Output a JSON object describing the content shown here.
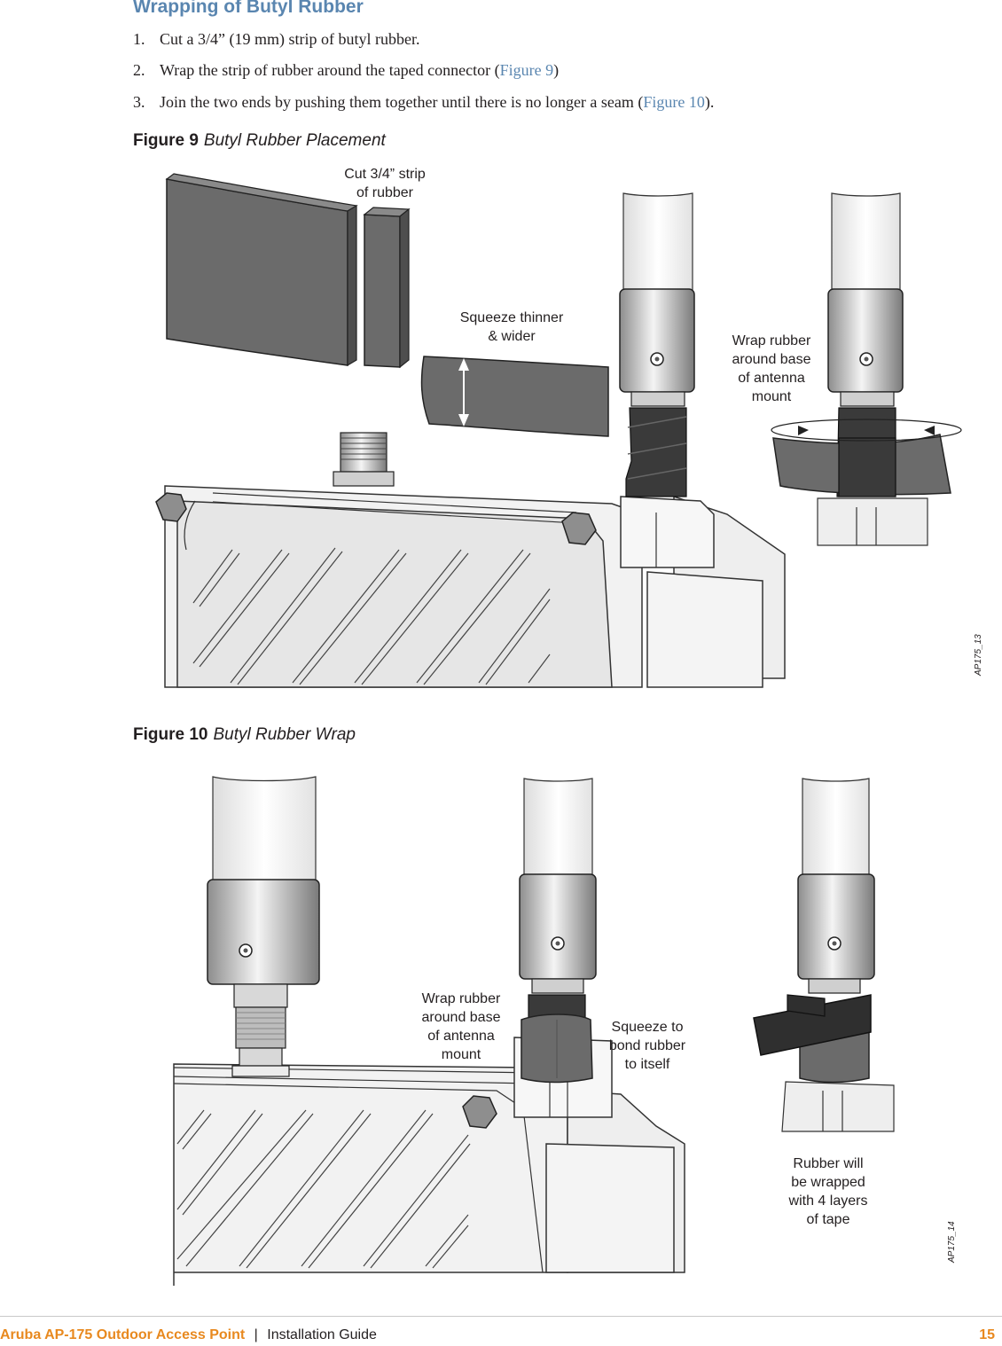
{
  "section": {
    "title": "Wrapping of Butyl Rubber"
  },
  "steps": [
    {
      "num": "1.",
      "text": "Cut a 3/4” (19 mm) strip of butyl rubber.",
      "link": "",
      "after": ""
    },
    {
      "num": "2.",
      "text": "Wrap the strip of rubber around the taped connector (",
      "link": "Figure 9",
      "after": ")"
    },
    {
      "num": "3.",
      "text": "Join the two ends by pushing them together until there is no longer a seam (",
      "link": "Figure 10",
      "after": ")."
    }
  ],
  "figure9": {
    "label": "Figure 9",
    "title": "Butyl Rubber Placement",
    "callouts": {
      "cut": [
        "Cut 3/4” strip",
        "of rubber"
      ],
      "squeeze": [
        "Squeeze thinner",
        "& wider"
      ],
      "wrap": [
        "Wrap rubber",
        "around base",
        "of antenna",
        "mount"
      ]
    },
    "code": "AP175_13"
  },
  "figure10": {
    "label": "Figure 10",
    "title": "Butyl Rubber Wrap",
    "callouts": {
      "wrap": [
        "Wrap rubber",
        "around base",
        "of antenna",
        "mount"
      ],
      "squeeze": [
        "Squeeze to",
        "bond rubber",
        "to itself"
      ],
      "tape": [
        "Rubber will",
        "be wrapped",
        "with 4 layers",
        "of tape"
      ]
    },
    "code": "AP175_14"
  },
  "footer": {
    "title": "Aruba AP-175 Outdoor Access Point",
    "separator": "|",
    "doc": "Installation Guide",
    "page": "15"
  },
  "colors": {
    "heading": "#5a86b0",
    "link": "#5a86b0",
    "footer_accent": "#e8891f",
    "rubber": "#6b6b6b",
    "tape": "#3a3a3a"
  }
}
